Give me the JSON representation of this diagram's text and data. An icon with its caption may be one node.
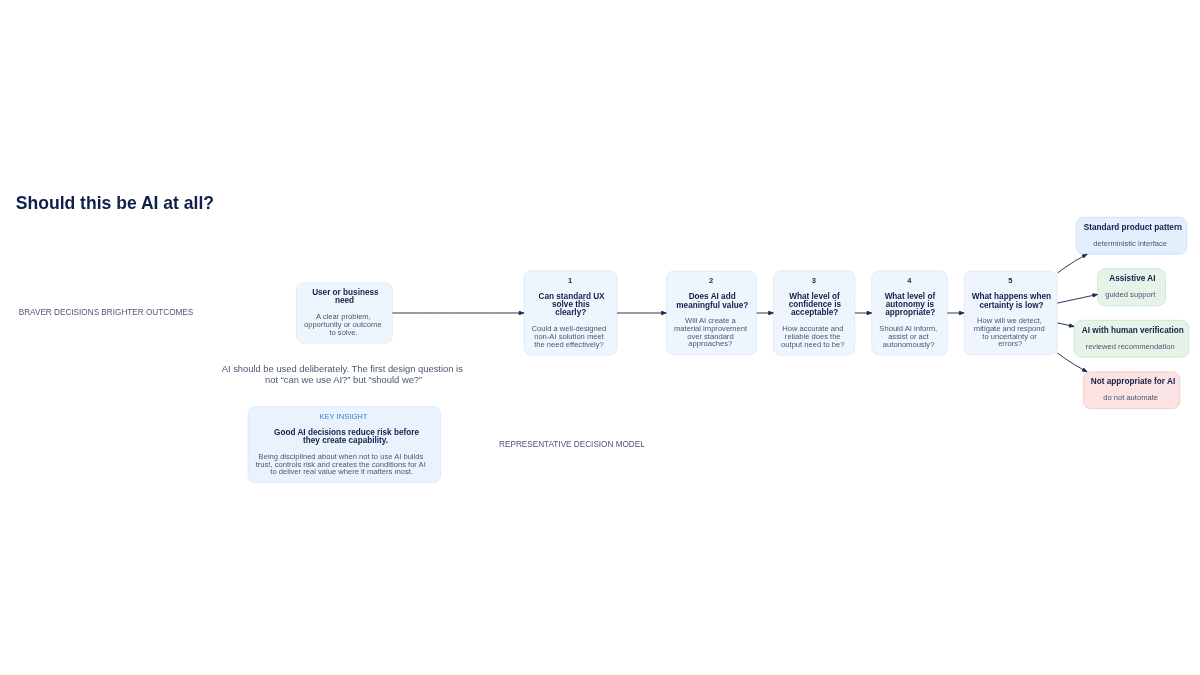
{
  "diagram": {
    "title": "Should this be AI at all?",
    "nodes": [
      {
        "text": [
          "User or business need",
          "A clear problem, opportunity or outcome to solve."
        ]
      },
      {
        "text": [
          "1",
          "Can standard UX solve this clearly?",
          "Could a well-designed non-AI solution meet the need effectively?"
        ]
      },
      {
        "text": [
          "2",
          "Does AI add meaningful value?",
          "Will AI create a material improvement over standard approaches?"
        ]
      },
      {
        "text": [
          "3",
          "What level of confidence is acceptable?",
          "How accurate and reliable does the output need to be?"
        ]
      },
      {
        "text": [
          "4",
          "What level of autonomy is appropriate?",
          "Should AI inform, assist or act autonomously?"
        ]
      },
      {
        "text": [
          "5",
          "What happens when certainty is low?",
          "How will we detect, mitigate and respond to uncertainty or errors?"
        ]
      },
      {
        "text": [
          "Standard product pattern",
          "deterministic interface"
        ]
      },
      {
        "text": [
          "Assistive AI",
          "guided support"
        ]
      },
      {
        "text": [
          "AI with human verification",
          "reviewed recommendation"
        ]
      },
      {
        "text": [
          "Not appropriate for AI",
          "do not automate"
        ]
      },
      {
        "text": [
          "KEY INSIGHT",
          "Good AI decisions reduce risk before they create capability.",
          "Being disciplined about when not to use AI builds trust, controls risk and creates the conditions for AI to deliver real value where it matters most."
        ]
      }
    ],
    "edges": [
      {
        "from": 0,
        "to": 1,
        "arrow": "to"
      },
      {
        "from": 1,
        "to": 2,
        "arrow": "to"
      },
      {
        "from": 2,
        "to": 3,
        "arrow": "to"
      },
      {
        "from": 3,
        "to": 4,
        "arrow": "to"
      },
      {
        "from": 4,
        "to": 5,
        "arrow": "to"
      },
      {
        "from": 5,
        "to": 6,
        "arrow": "to"
      },
      {
        "from": 5,
        "to": 7,
        "arrow": "to"
      },
      {
        "from": 5,
        "to": 8,
        "arrow": "to"
      },
      {
        "from": 5,
        "to": 9,
        "arrow": "to"
      }
    ],
    "labels": [
      "BRAVER DECISIONS BRIGHTER OUTCOMES",
      "AI should be used deliberately. The first design question is not “can we use AI?” but “should we?”",
      "REPRESENTATIVE DECISION MODEL"
    ]
  }
}
